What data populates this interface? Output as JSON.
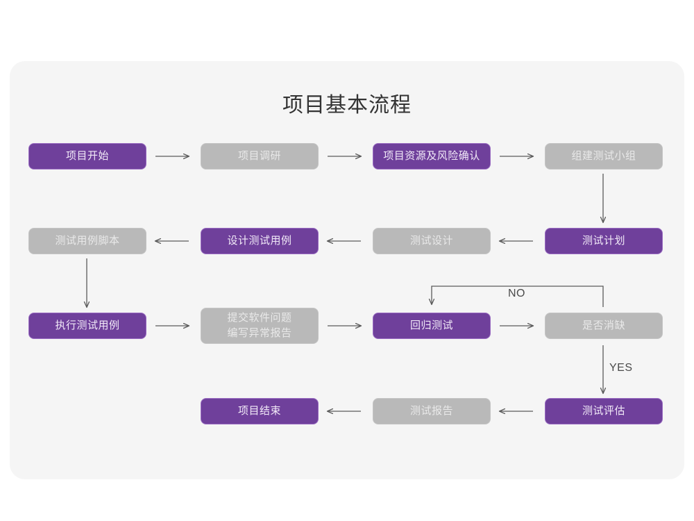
{
  "chart_data": {
    "type": "diagram",
    "diagram_kind": "flowchart",
    "title": "项目基本流程",
    "colors": {
      "page_background": "#ffffff",
      "card_background": "#f5f5f5",
      "node_purple_fill": "#6f409b",
      "node_purple_border": "#9a6cc2",
      "node_purple_text": "#f2eaf8",
      "node_gray_fill": "#b9b9b9",
      "node_gray_border": "#c4c4c4",
      "node_gray_text": "#e9e9e9",
      "connector": "#5a5a5a",
      "title_text": "#333333"
    },
    "nodes": [
      {
        "id": "n1",
        "label": "项目开始",
        "style": "purple",
        "row": 1,
        "col": 1
      },
      {
        "id": "n2",
        "label": "项目调研",
        "style": "gray",
        "row": 1,
        "col": 2
      },
      {
        "id": "n3",
        "label": "项目资源及风险确认",
        "style": "purple",
        "row": 1,
        "col": 3
      },
      {
        "id": "n4",
        "label": "组建测试小组",
        "style": "gray",
        "row": 1,
        "col": 4
      },
      {
        "id": "n5",
        "label": "测试用例脚本",
        "style": "gray",
        "row": 2,
        "col": 1
      },
      {
        "id": "n6",
        "label": "设计测试用例",
        "style": "purple",
        "row": 2,
        "col": 2
      },
      {
        "id": "n7",
        "label": "测试设计",
        "style": "gray",
        "row": 2,
        "col": 3
      },
      {
        "id": "n8",
        "label": "测试计划",
        "style": "purple",
        "row": 2,
        "col": 4
      },
      {
        "id": "n9",
        "label": "执行测试用例",
        "style": "purple",
        "row": 3,
        "col": 1
      },
      {
        "id": "n10",
        "label": "提交软件问题\n编写异常报告",
        "style": "gray",
        "row": 3,
        "col": 2
      },
      {
        "id": "n11",
        "label": "回归测试",
        "style": "purple",
        "row": 3,
        "col": 3
      },
      {
        "id": "n12",
        "label": "是否消缺",
        "style": "gray",
        "row": 3,
        "col": 4
      },
      {
        "id": "n13",
        "label": "项目结束",
        "style": "purple",
        "row": 4,
        "col": 2
      },
      {
        "id": "n14",
        "label": "测试报告",
        "style": "gray",
        "row": 4,
        "col": 3
      },
      {
        "id": "n15",
        "label": "测试评估",
        "style": "purple",
        "row": 4,
        "col": 4
      }
    ],
    "edges": [
      {
        "from": "n1",
        "to": "n2",
        "direction": "right",
        "label": ""
      },
      {
        "from": "n2",
        "to": "n3",
        "direction": "right",
        "label": ""
      },
      {
        "from": "n3",
        "to": "n4",
        "direction": "right",
        "label": ""
      },
      {
        "from": "n4",
        "to": "n8",
        "direction": "down",
        "label": ""
      },
      {
        "from": "n8",
        "to": "n7",
        "direction": "left",
        "label": ""
      },
      {
        "from": "n7",
        "to": "n6",
        "direction": "left",
        "label": ""
      },
      {
        "from": "n6",
        "to": "n5",
        "direction": "left",
        "label": ""
      },
      {
        "from": "n5",
        "to": "n9",
        "direction": "down",
        "label": ""
      },
      {
        "from": "n9",
        "to": "n10",
        "direction": "right",
        "label": ""
      },
      {
        "from": "n10",
        "to": "n11",
        "direction": "right",
        "label": ""
      },
      {
        "from": "n11",
        "to": "n12",
        "direction": "right",
        "label": ""
      },
      {
        "from": "n12",
        "to": "n11",
        "direction": "loop-up-left",
        "label": "NO"
      },
      {
        "from": "n12",
        "to": "n15",
        "direction": "down",
        "label": "YES"
      },
      {
        "from": "n15",
        "to": "n14",
        "direction": "left",
        "label": ""
      },
      {
        "from": "n14",
        "to": "n13",
        "direction": "left",
        "label": ""
      }
    ],
    "edge_labels": {
      "no": "NO",
      "yes": "YES"
    }
  }
}
